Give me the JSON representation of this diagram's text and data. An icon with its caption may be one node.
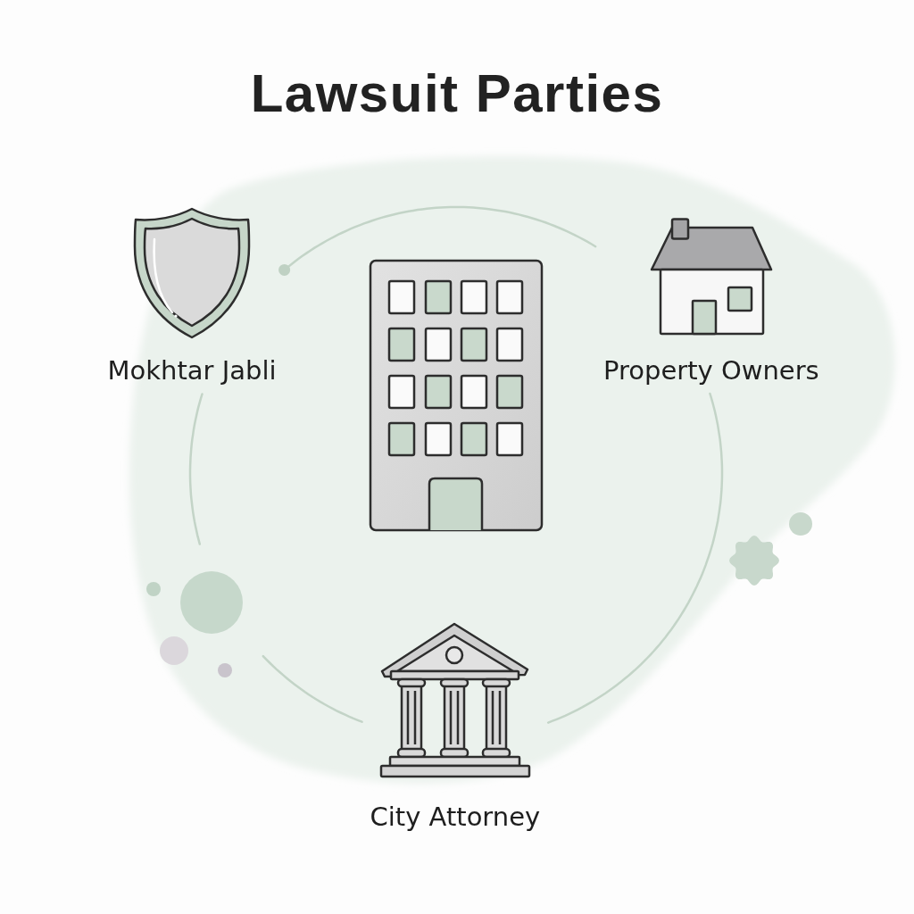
{
  "diagram": {
    "title": "Lawsuit Parties",
    "nodes": [
      {
        "text": [
          "Mokhtar Jabli"
        ]
      },
      {
        "text": [
          "Property Owners"
        ]
      },
      {
        "text": [],
        "shape": "picture"
      },
      {
        "text": [
          "City Attorney"
        ]
      }
    ],
    "edges": [
      {
        "from": 0,
        "to": 1,
        "arrow": "other"
      },
      {
        "from": 1,
        "to": 3,
        "arrow": "none"
      },
      {
        "from": 0,
        "to": null,
        "arrow": "none"
      },
      {
        "from": null,
        "to": 3,
        "arrow": "none"
      }
    ]
  }
}
